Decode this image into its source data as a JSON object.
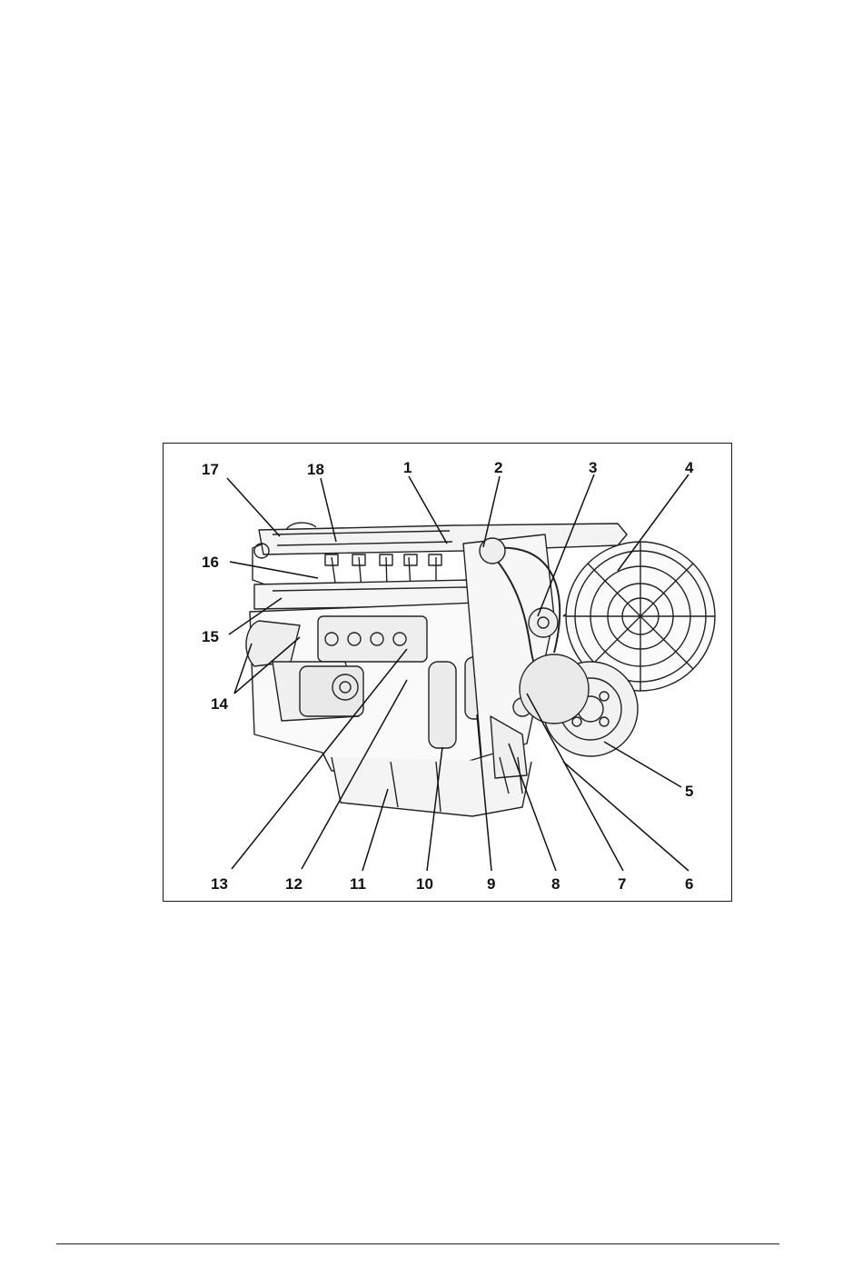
{
  "figure": {
    "callouts": [
      {
        "id": "17",
        "label": "17"
      },
      {
        "id": "18",
        "label": "18"
      },
      {
        "id": "1",
        "label": "1"
      },
      {
        "id": "2",
        "label": "2"
      },
      {
        "id": "3",
        "label": "3"
      },
      {
        "id": "4",
        "label": "4"
      },
      {
        "id": "16",
        "label": "16"
      },
      {
        "id": "15",
        "label": "15"
      },
      {
        "id": "14",
        "label": "14"
      },
      {
        "id": "5",
        "label": "5"
      },
      {
        "id": "13",
        "label": "13"
      },
      {
        "id": "12",
        "label": "12"
      },
      {
        "id": "11",
        "label": "11"
      },
      {
        "id": "10",
        "label": "10"
      },
      {
        "id": "9",
        "label": "9"
      },
      {
        "id": "8",
        "label": "8"
      },
      {
        "id": "7",
        "label": "7"
      },
      {
        "id": "6",
        "label": "6"
      }
    ]
  }
}
